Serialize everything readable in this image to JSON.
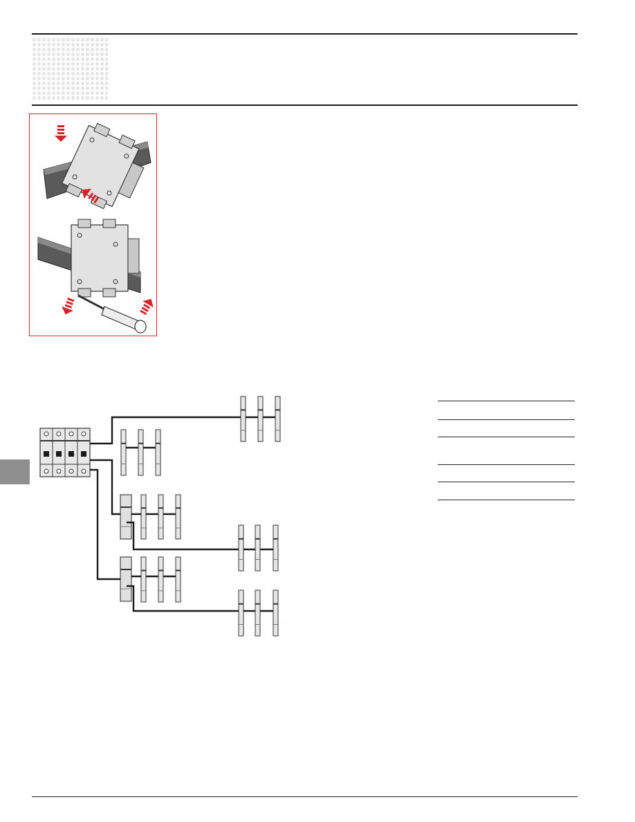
{
  "page": {
    "accent_color": "#d4252b",
    "rule_color": "#1a1a1a",
    "tab_color": "#8f8f8f"
  },
  "figures": {
    "mounting_illustration": {
      "steps": [
        "mount-on-din-rail",
        "remove-with-screwdriver"
      ],
      "arrow_color": "#d4252b",
      "icons": [
        "arrow-down-icon",
        "arrow-down-left-icon",
        "arrow-up-right-icon",
        "screwdriver-icon"
      ]
    },
    "busbar_diagram": {
      "main_breaker_poles": 4,
      "branches": [
        {
          "type": "direct",
          "devices": 3
        },
        {
          "type": "direct-long",
          "devices": 3
        },
        {
          "type": "rcd-fed",
          "devices": 3
        },
        {
          "type": "rcd-fed",
          "devices": 3
        }
      ]
    }
  },
  "spec_table": {
    "rows": 6
  }
}
